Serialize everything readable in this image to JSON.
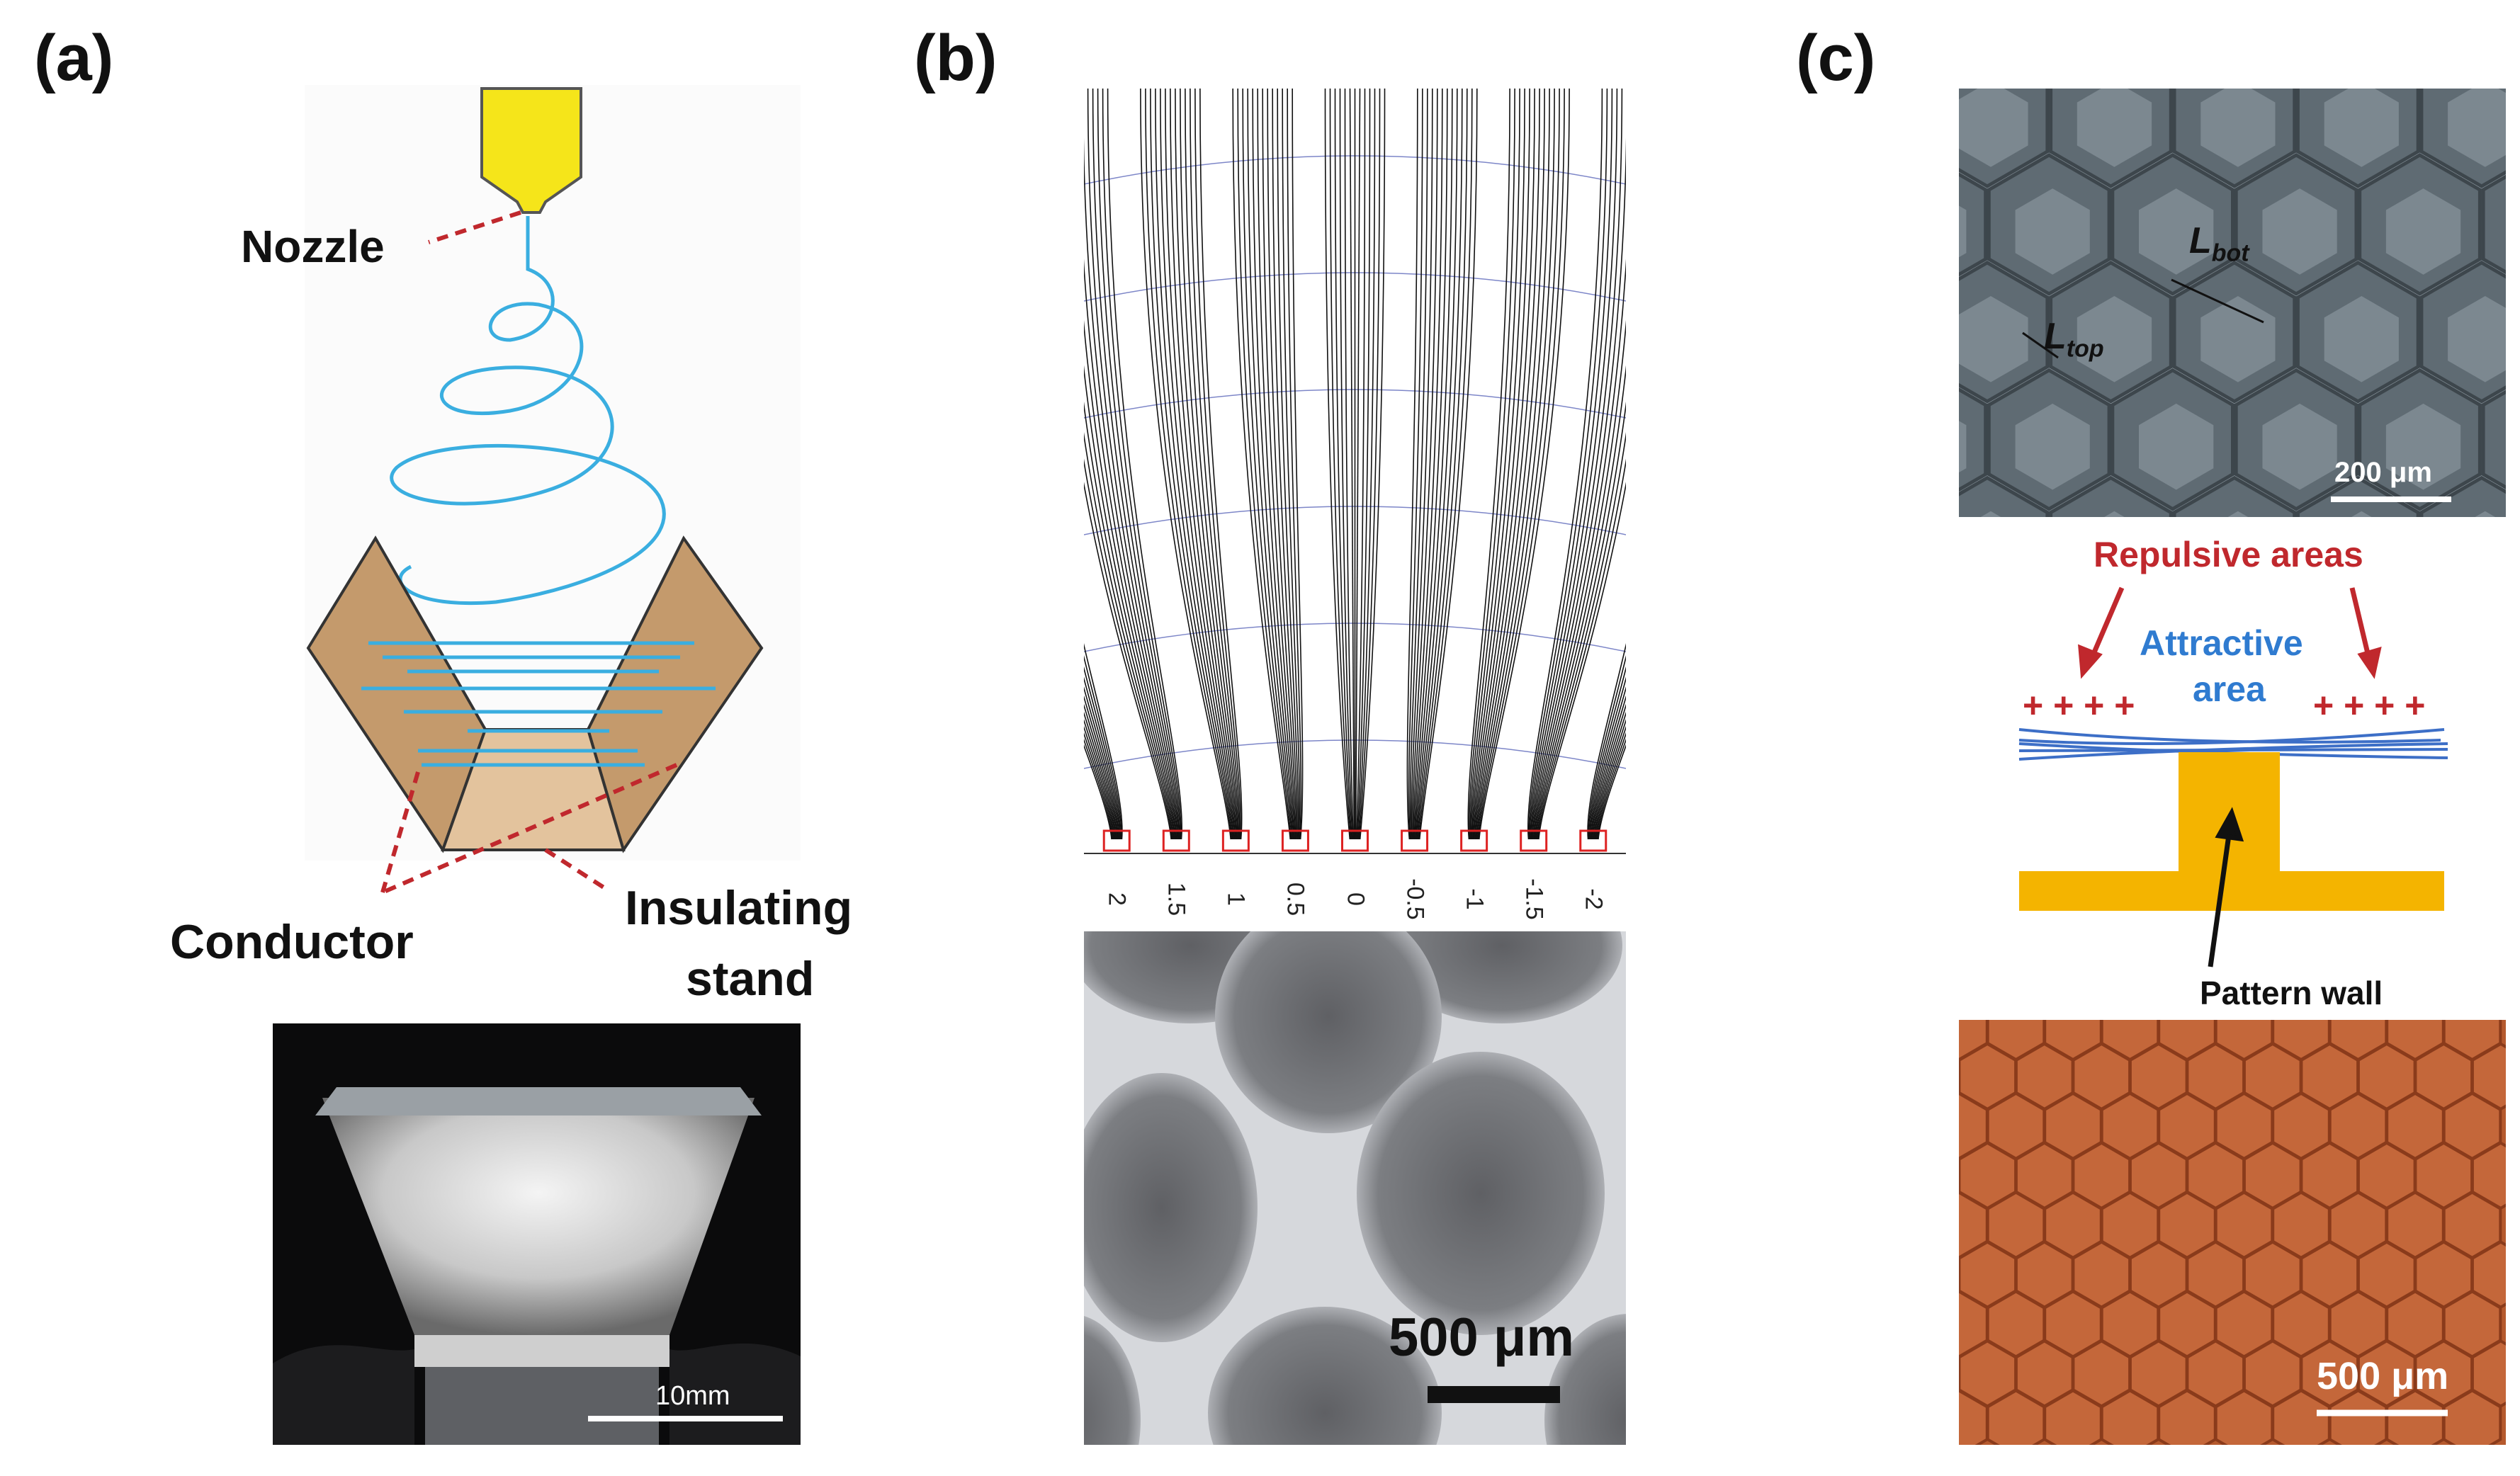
{
  "panels": {
    "a": {
      "label": "(a)",
      "nozzle_label": "Nozzle",
      "conductor_label": "Conductor",
      "insulating_label_line1": "Insulating",
      "insulating_label_line2": "stand",
      "photo_scale": "10mm"
    },
    "b": {
      "label": "(b)",
      "tick_labels": [
        "2",
        "1.5",
        "1",
        "0.5",
        "0",
        "-0.5",
        "-1",
        "-1.5",
        "-2"
      ],
      "photo_scale": "500 μm"
    },
    "c": {
      "label": "(c)",
      "sem_scale": "200 μm",
      "l_bot": "L",
      "l_bot_sub": "bot",
      "l_top": "L",
      "l_top_sub": "top",
      "repulsive_label": "Repulsive areas",
      "attractive_line1": "Attractive",
      "attractive_line2": "area",
      "charges_left": "+ + + +",
      "charges_right": "+ + + +",
      "pattern_wall_label": "Pattern wall",
      "photo_scale": "500 μm"
    }
  },
  "colors": {
    "nozzle": "#f5e51a",
    "fiber": "#3aaee0",
    "conductor": "#c49a6c",
    "stand": "#e3c39d",
    "dashed_red": "#c0282d",
    "wall": "#f4b400",
    "repulsive": "#c0282d",
    "attractive": "#2f7bd0"
  }
}
